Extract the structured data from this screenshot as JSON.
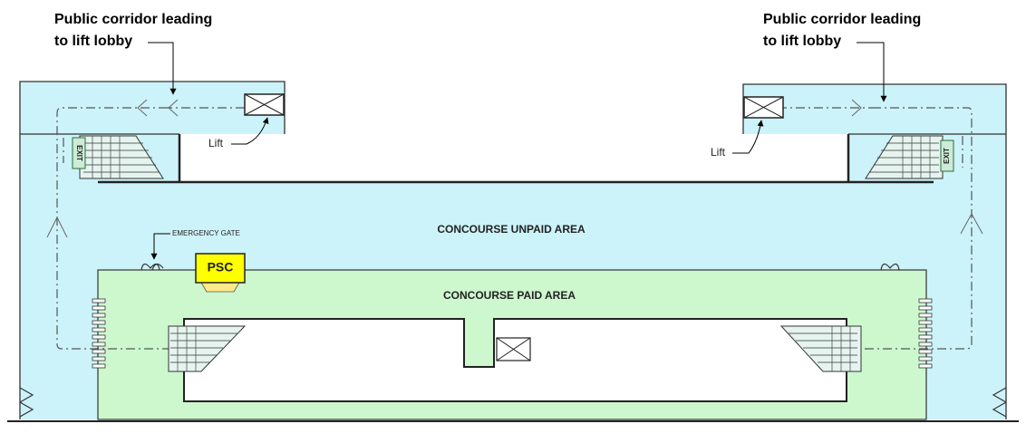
{
  "callouts": {
    "left": {
      "line1": "Public corridor leading",
      "line2": "to lift lobby"
    },
    "right": {
      "line1": "Public corridor leading",
      "line2": "to lift lobby"
    }
  },
  "labels": {
    "lift_left": "Lift",
    "lift_right": "Lift",
    "emergency_gate": "EMERGENCY GATE",
    "psc": "PSC",
    "unpaid_area": "CONCOURSE UNPAID AREA",
    "paid_area": "CONCOURSE PAID AREA",
    "exit_left": "EXIT",
    "exit_right": "EXIT"
  },
  "colors": {
    "unpaid_fill": "#ccf3f9",
    "paid_fill": "#cdf7cd",
    "psc_fill": "#ffff00",
    "exit_fill": "#cdebd6",
    "exit_text": "#1f7a3b"
  }
}
